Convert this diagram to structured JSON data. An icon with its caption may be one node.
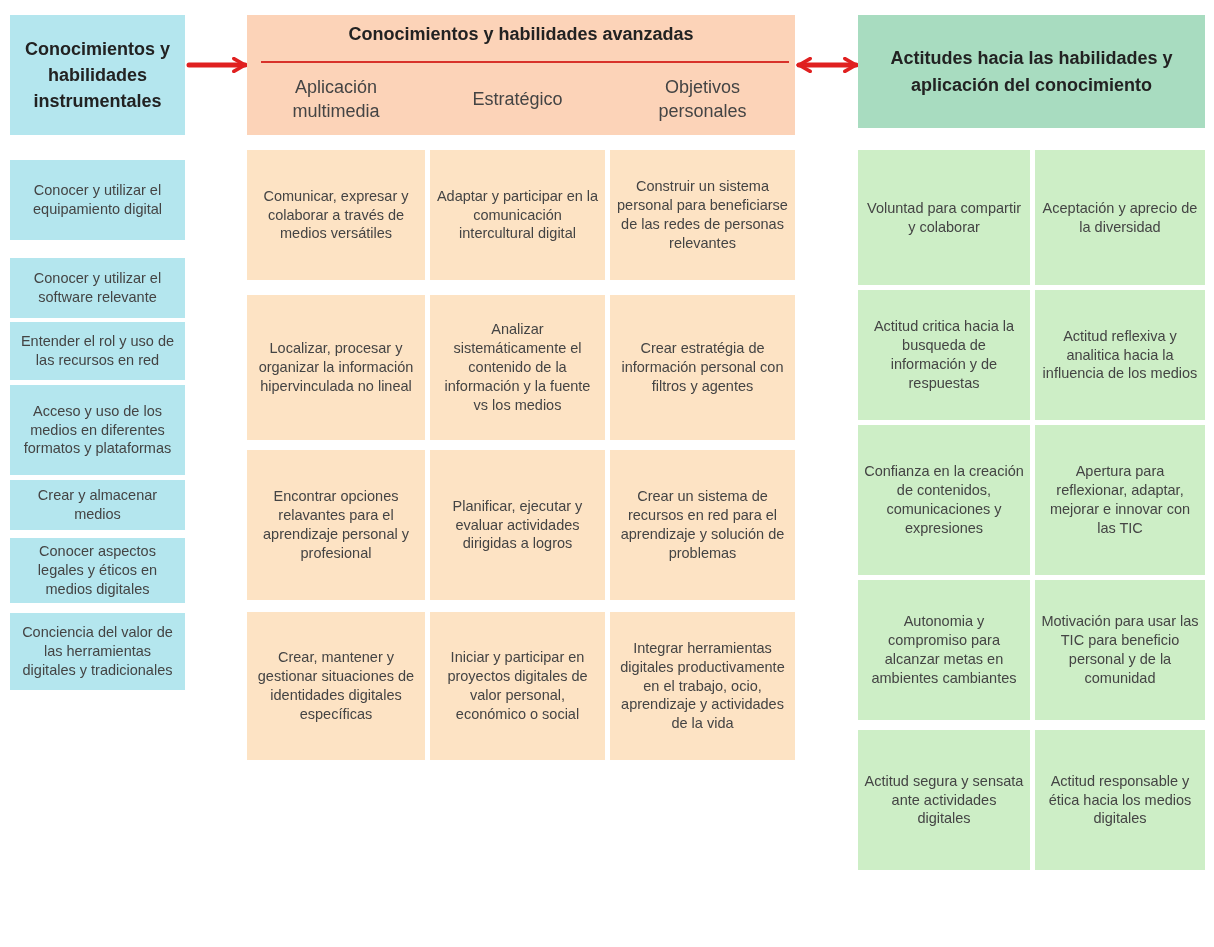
{
  "diagram": {
    "nodes": [
      {
        "text": [
          "Conocimientos y habilidades instrumentales"
        ]
      },
      {
        "text": [
          "Conocimientos y habilidades avanzadas",
          "Aplicación multimedia",
          "Estratégico",
          "Objetivos personales"
        ]
      },
      {
        "text": [
          "Actitudes hacia las habilidades y aplicación del conocimiento"
        ]
      },
      {
        "text": [
          "Conocer y utilizar el equipamiento digital"
        ]
      },
      {
        "text": [
          "Conocer y utilizar el software relevante"
        ]
      },
      {
        "text": [
          "Entender el rol y uso de las recursos en red"
        ]
      },
      {
        "text": [
          "Acceso y uso de los medios en diferentes formatos y plataformas"
        ]
      },
      {
        "text": [
          "Crear y almacenar medios"
        ]
      },
      {
        "text": [
          "Conocer aspectos legales y éticos en medios digitales"
        ]
      },
      {
        "text": [
          "Conciencia del valor de las herramientas digitales y tradicionales"
        ]
      },
      {
        "text": [
          "Comunicar, expresar y colaborar a través de medios versátiles"
        ]
      },
      {
        "text": [
          "Adaptar y participar en la comunicación intercultural digital"
        ]
      },
      {
        "text": [
          "Construir un sistema personal para beneficiarse de las redes de personas relevantes"
        ]
      },
      {
        "text": [
          "Localizar, procesar y organizar la información hipervinculada no lineal"
        ]
      },
      {
        "text": [
          "Analizar sistemáticamente el contenido de la información y la fuente vs los medios"
        ]
      },
      {
        "text": [
          "Crear estratégia de información personal con filtros y agentes"
        ]
      },
      {
        "text": [
          "Encontrar opciones relavantes para el aprendizaje personal y profesional"
        ]
      },
      {
        "text": [
          "Planificar, ejecutar y evaluar actividades dirigidas a logros"
        ]
      },
      {
        "text": [
          "Crear un sistema de recursos en red para el aprendizaje y solución de problemas"
        ]
      },
      {
        "text": [
          "Crear, mantener y gestionar situaciones de identidades digitales específicas"
        ]
      },
      {
        "text": [
          "Iniciar y participar en proyectos digitales de valor personal, económico o social"
        ]
      },
      {
        "text": [
          "Integrar herramientas digitales productivamente en el trabajo, ocio, aprendizaje y actividades de la vida"
        ]
      },
      {
        "text": [
          "Voluntad para compartir y colaborar"
        ]
      },
      {
        "text": [
          "Aceptación y aprecio de la diversidad"
        ]
      },
      {
        "text": [
          "Actitud critica hacia la busqueda de información y de respuestas"
        ]
      },
      {
        "text": [
          "Actitud reflexiva y analitica hacia la influencia de los medios"
        ]
      },
      {
        "text": [
          "Confianza en la creación de contenidos, comunicaciones y expresiones"
        ]
      },
      {
        "text": [
          "Apertura para reflexionar, adaptar, mejorar e innovar con las TIC"
        ]
      },
      {
        "text": [
          "Autonomia y compromiso para alcanzar metas en ambientes cambiantes"
        ]
      },
      {
        "text": [
          "Motivación para usar las TIC para beneficio personal y de la comunidad"
        ]
      },
      {
        "text": [
          "Actitud segura y sensata ante actividades digitales"
        ]
      },
      {
        "text": [
          "Actitud responsable y ética hacia los medios digitales"
        ]
      }
    ],
    "edges": [
      {
        "from": 0,
        "to": 1,
        "arrow": "to"
      },
      {
        "from": 1,
        "to": 2,
        "arrow": "both"
      }
    ]
  }
}
